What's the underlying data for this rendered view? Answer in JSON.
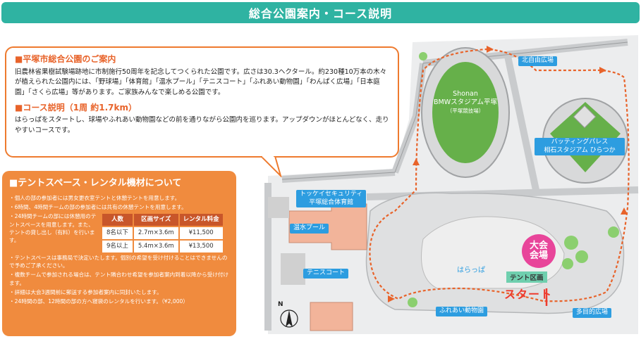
{
  "header": {
    "title": "総合公園案内・コース説明"
  },
  "guide": {
    "title": "■平塚市総合公園のご案内",
    "body": "旧農林省果樹試験場跡地に市制施行50周年を記念してつくられた公園です。広さは30.3ヘクタール。約230種10万本の木々が植えられた公園内には、「野球場」「体育館」「温水プール」「テニスコート」「ふれあい動物園」「わんぱく広場」「日本庭園」「さくら広場」等があります。ご家族みんなで楽しめる公園です。"
  },
  "course": {
    "title": "■コース説明（1周 約1.7km）",
    "body": "はらっぱをスタートし、球場やふれあい動物園などの前を通りながら公園内を巡ります。アップダウンがほとんどなく、走りやすいコースです。"
  },
  "tent": {
    "title": "■テントスペース・レンタル機材について",
    "notes": [
      "・個人の部の参加者には男女更衣室テントと休憩テントを用意します。",
      "・6時間、4時間チームの部の参加者には共有の休憩テントを用意します。"
    ],
    "table_note": "・24時間チームの部には休憩用のテントスペースを用意します。また、テントの貸し出し（有料）を行います。",
    "table": {
      "headers": [
        "人数",
        "区画サイズ",
        "レンタル料金"
      ],
      "rows": [
        [
          "8名以下",
          "2.7m×3.6m",
          "¥11,500"
        ],
        [
          "9名以上",
          "5.4m×3.6m",
          "¥13,500"
        ]
      ]
    },
    "notes2": [
      "・テントスペースは事務局で決定いたします。個別の希望を受け付けることはできませんので予めご了承ください。",
      "・複数チームで参加される場合は、テント隣合わせ希望を参加者案内到着以降から受け付けます。",
      "・詳細は大会3週間前に郵送する参加者案内に同封いたします。",
      "・24時間の部、12時間の部の方へ寝袋のレンタルを行います。（¥2,000）"
    ]
  },
  "map": {
    "stadium": {
      "line1": "Shonan",
      "line2": "BMWスタジアム平塚",
      "line3": "（平塚競技場）"
    },
    "baseball": {
      "line1": "バッティングパレス",
      "line2": "相石スタジアム ひらつか"
    },
    "gym": {
      "line1": "トッケイセキュリティ",
      "line2": "平塚総合体育館"
    },
    "labels": {
      "north_plaza": "北自由広場",
      "pool": "温水プール",
      "tennis": "テニスコート",
      "harappa": "はらっぱ",
      "tent_area": "テント区画",
      "start": "スタート",
      "zoo": "ふれあい動物園",
      "multi_plaza": "多目的広場"
    },
    "venue": {
      "line1": "大会",
      "line2": "会場"
    },
    "north": "N"
  },
  "colors": {
    "header": "#2fb3a2",
    "orange": "#ee7a2e",
    "label_blue": "#2d9de0",
    "course": "#e8632a",
    "venue": "#e8459a",
    "start": "#ee3b2e",
    "green": "#5cb85c"
  }
}
